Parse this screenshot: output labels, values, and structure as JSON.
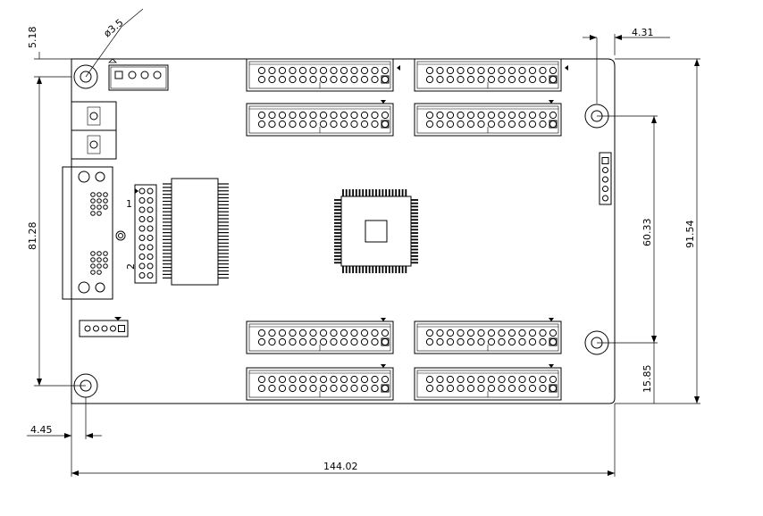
{
  "dimensions": {
    "hole_diameter": "ø3.5",
    "top_hole_offset": "5.18",
    "right_hole_offset": "4.31",
    "left_hole_span": "81.28",
    "right_hole_span": "60.33",
    "board_height": "91.54",
    "bottom_hole_offset": "15.85",
    "left_hole_offset": "4.45",
    "board_width": "144.02"
  },
  "labels": {
    "pin_one": "1",
    "pin_two": "2"
  },
  "colors": {
    "line": "#000000",
    "background": "#ffffff"
  }
}
